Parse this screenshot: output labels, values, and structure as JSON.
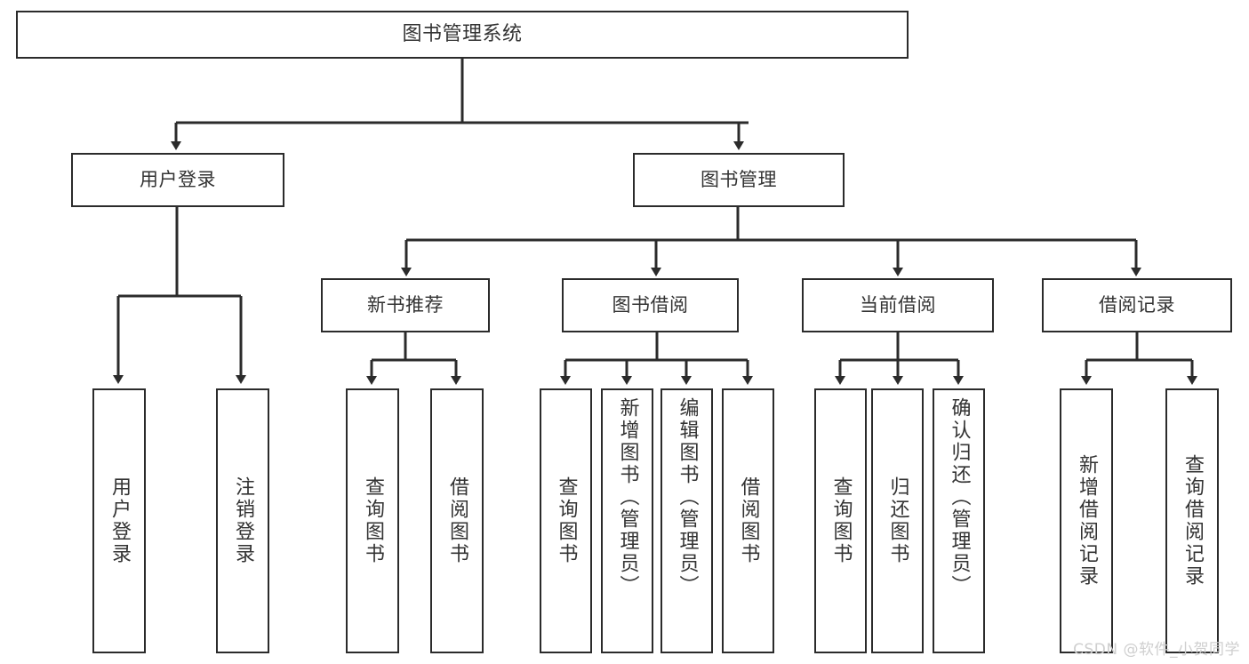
{
  "diagram": {
    "title": "图书管理系统",
    "type": "tree-hierarchy-chart",
    "colors": {
      "stroke": "#2b2b2b",
      "text": "#333333",
      "background": "#ffffff",
      "watermark": "#cfcfcf"
    },
    "root": {
      "label": "图书管理系统"
    },
    "level2": [
      {
        "label": "用户登录"
      },
      {
        "label": "图书管理"
      }
    ],
    "level3": [
      {
        "label": "新书推荐"
      },
      {
        "label": "图书借阅"
      },
      {
        "label": "当前借阅"
      },
      {
        "label": "借阅记录"
      }
    ],
    "leaves": [
      {
        "label": "用户登录",
        "parent": "用户登录"
      },
      {
        "label": "注销登录",
        "parent": "用户登录"
      },
      {
        "label": "查询图书",
        "parent": "新书推荐"
      },
      {
        "label": "借阅图书",
        "parent": "新书推荐"
      },
      {
        "label": "查询图书",
        "parent": "图书借阅"
      },
      {
        "label": "新增图书（管理员）",
        "parent": "图书借阅"
      },
      {
        "label": "编辑图书（管理员）",
        "parent": "图书借阅"
      },
      {
        "label": "借阅图书",
        "parent": "图书借阅"
      },
      {
        "label": "查询图书",
        "parent": "当前借阅"
      },
      {
        "label": "归还图书",
        "parent": "当前借阅"
      },
      {
        "label": "确认归还（管理员）",
        "parent": "当前借阅"
      },
      {
        "label": "新增借阅记录",
        "parent": "借阅记录"
      },
      {
        "label": "查询借阅记录",
        "parent": "借阅记录"
      }
    ]
  },
  "watermark": {
    "text": "CSDN @软件_小贺同学"
  }
}
